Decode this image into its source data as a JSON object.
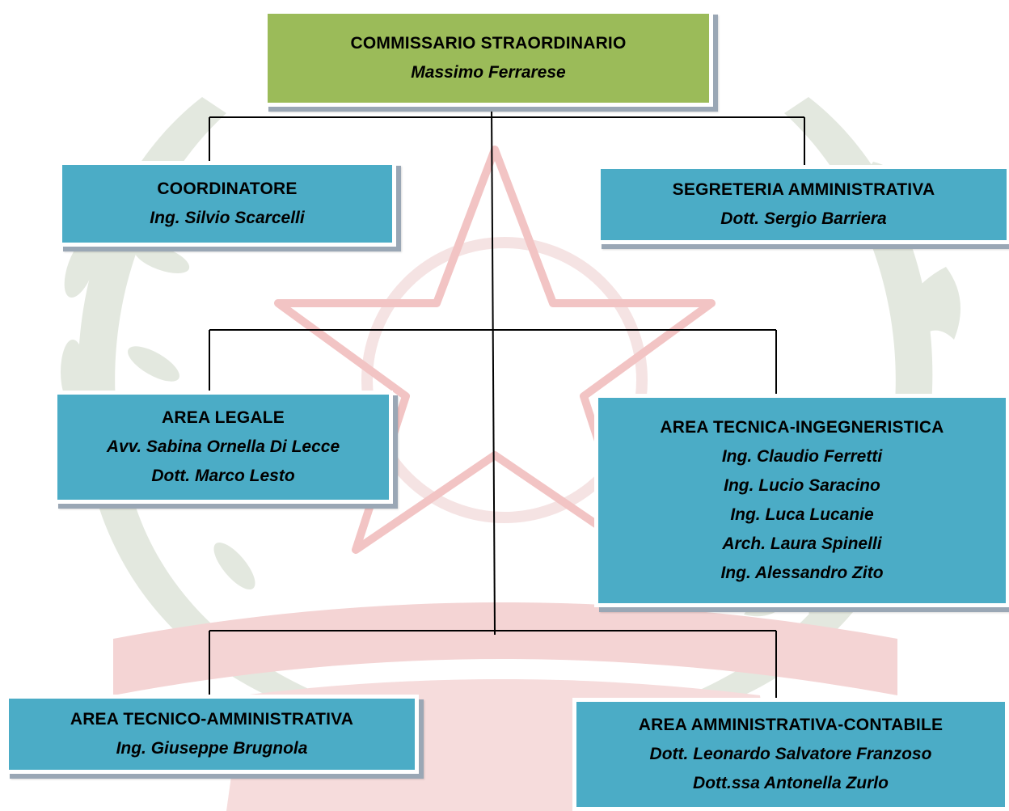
{
  "colors": {
    "green_box": "#9bbb59",
    "blue_box": "#4bacc6",
    "connector": "#000000",
    "watermark_red": "#f0c8c8",
    "watermark_green": "#dfe5dc"
  },
  "watermark": {
    "description_icon": "republic-emblem-icon"
  },
  "org_chart": {
    "commissario": {
      "title": "COMMISSARIO STRAORDINARIO",
      "people": [
        "Massimo Ferrarese"
      ]
    },
    "coordinatore": {
      "title": "COORDINATORE",
      "people": [
        "Ing. Silvio Scarcelli"
      ]
    },
    "segreteria": {
      "title": "SEGRETERIA AMMINISTRATIVA",
      "people": [
        "Dott. Sergio Barriera"
      ]
    },
    "area_legale": {
      "title": "AREA LEGALE",
      "people": [
        "Avv. Sabina Ornella Di Lecce",
        "Dott. Marco Lesto"
      ]
    },
    "area_tecnica": {
      "title": "AREA TECNICA-INGEGNERISTICA",
      "people": [
        "Ing. Claudio Ferretti",
        "Ing. Lucio Saracino",
        "Ing. Luca Lucanie",
        "Arch. Laura Spinelli",
        "Ing. Alessandro Zito"
      ]
    },
    "area_tecnico_amm": {
      "title": "AREA TECNICO-AMMINISTRATIVA",
      "people": [
        "Ing. Giuseppe Brugnola"
      ]
    },
    "area_amm_contabile": {
      "title": "AREA AMMINISTRATIVA-CONTABILE",
      "people": [
        "Dott. Leonardo Salvatore Franzoso",
        "Dott.ssa Antonella Zurlo"
      ]
    }
  }
}
